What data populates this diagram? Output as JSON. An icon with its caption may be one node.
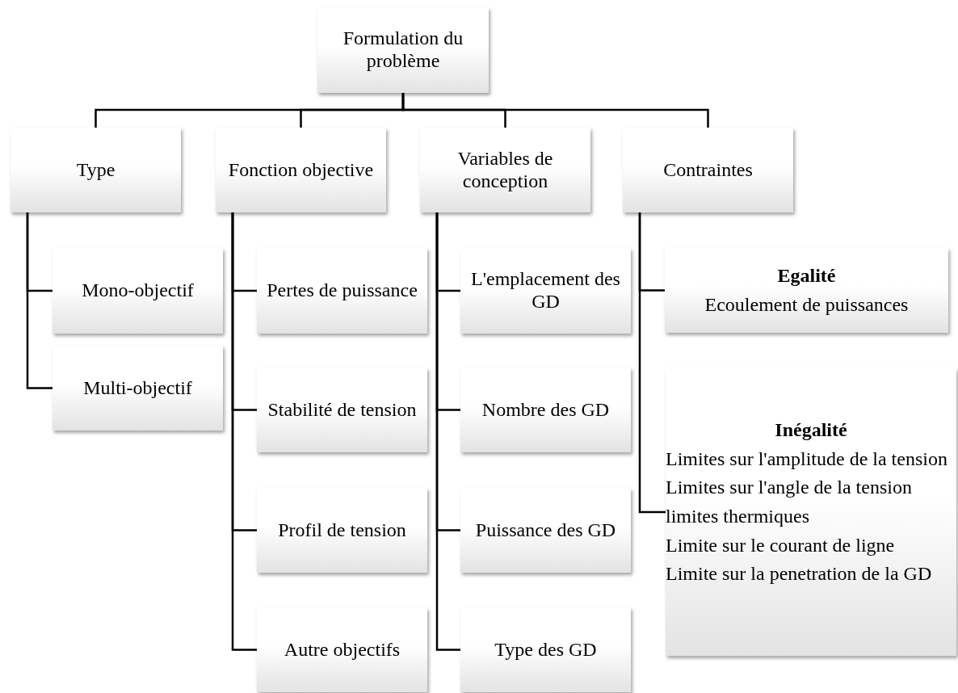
{
  "diagram": {
    "nodes": [
      {
        "text": [
          "Formulation du problème"
        ]
      },
      {
        "text": [
          "Type"
        ]
      },
      {
        "text": [
          "Fonction objective"
        ]
      },
      {
        "text": [
          "Variables de conception"
        ]
      },
      {
        "text": [
          "Contraintes"
        ]
      },
      {
        "text": [
          "Mono-objectif"
        ]
      },
      {
        "text": [
          "Multi-objectif"
        ]
      },
      {
        "text": [
          "Pertes de puissance"
        ]
      },
      {
        "text": [
          "Stabilité de tension"
        ]
      },
      {
        "text": [
          "Profil de tension"
        ]
      },
      {
        "text": [
          "Autre objectifs"
        ]
      },
      {
        "text": [
          "L'emplacement des GD"
        ]
      },
      {
        "text": [
          "Nombre des GD"
        ]
      },
      {
        "text": [
          "Puissance des GD"
        ]
      },
      {
        "text": [
          "Type des GD"
        ]
      },
      {
        "text": [
          "Egalité",
          "Ecoulement de puissances"
        ]
      },
      {
        "text": [
          "Inégalité",
          "Limites sur l'amplitude de la tension",
          "Limites sur l'angle de la tension",
          "limites thermiques",
          "Limite sur le courant de ligne",
          "Limite sur la penetration de la GD"
        ]
      }
    ],
    "edges": [
      {
        "from": 0,
        "to": 1,
        "arrow": "none"
      },
      {
        "from": 0,
        "to": 2,
        "arrow": "none"
      },
      {
        "from": 0,
        "to": 3,
        "arrow": "none"
      },
      {
        "from": 0,
        "to": 4,
        "arrow": "none"
      },
      {
        "from": 1,
        "to": 5,
        "arrow": "none"
      },
      {
        "from": 1,
        "to": 6,
        "arrow": "none"
      },
      {
        "from": 2,
        "to": 7,
        "arrow": "none"
      },
      {
        "from": 2,
        "to": 8,
        "arrow": "none"
      },
      {
        "from": 2,
        "to": 9,
        "arrow": "none"
      },
      {
        "from": 2,
        "to": 10,
        "arrow": "none"
      },
      {
        "from": 3,
        "to": 11,
        "arrow": "none"
      },
      {
        "from": 3,
        "to": 12,
        "arrow": "none"
      },
      {
        "from": 3,
        "to": 13,
        "arrow": "none"
      },
      {
        "from": 3,
        "to": 14,
        "arrow": "none"
      },
      {
        "from": 4,
        "to": 15,
        "arrow": "none"
      },
      {
        "from": 4,
        "to": 16,
        "arrow": "none"
      }
    ]
  }
}
